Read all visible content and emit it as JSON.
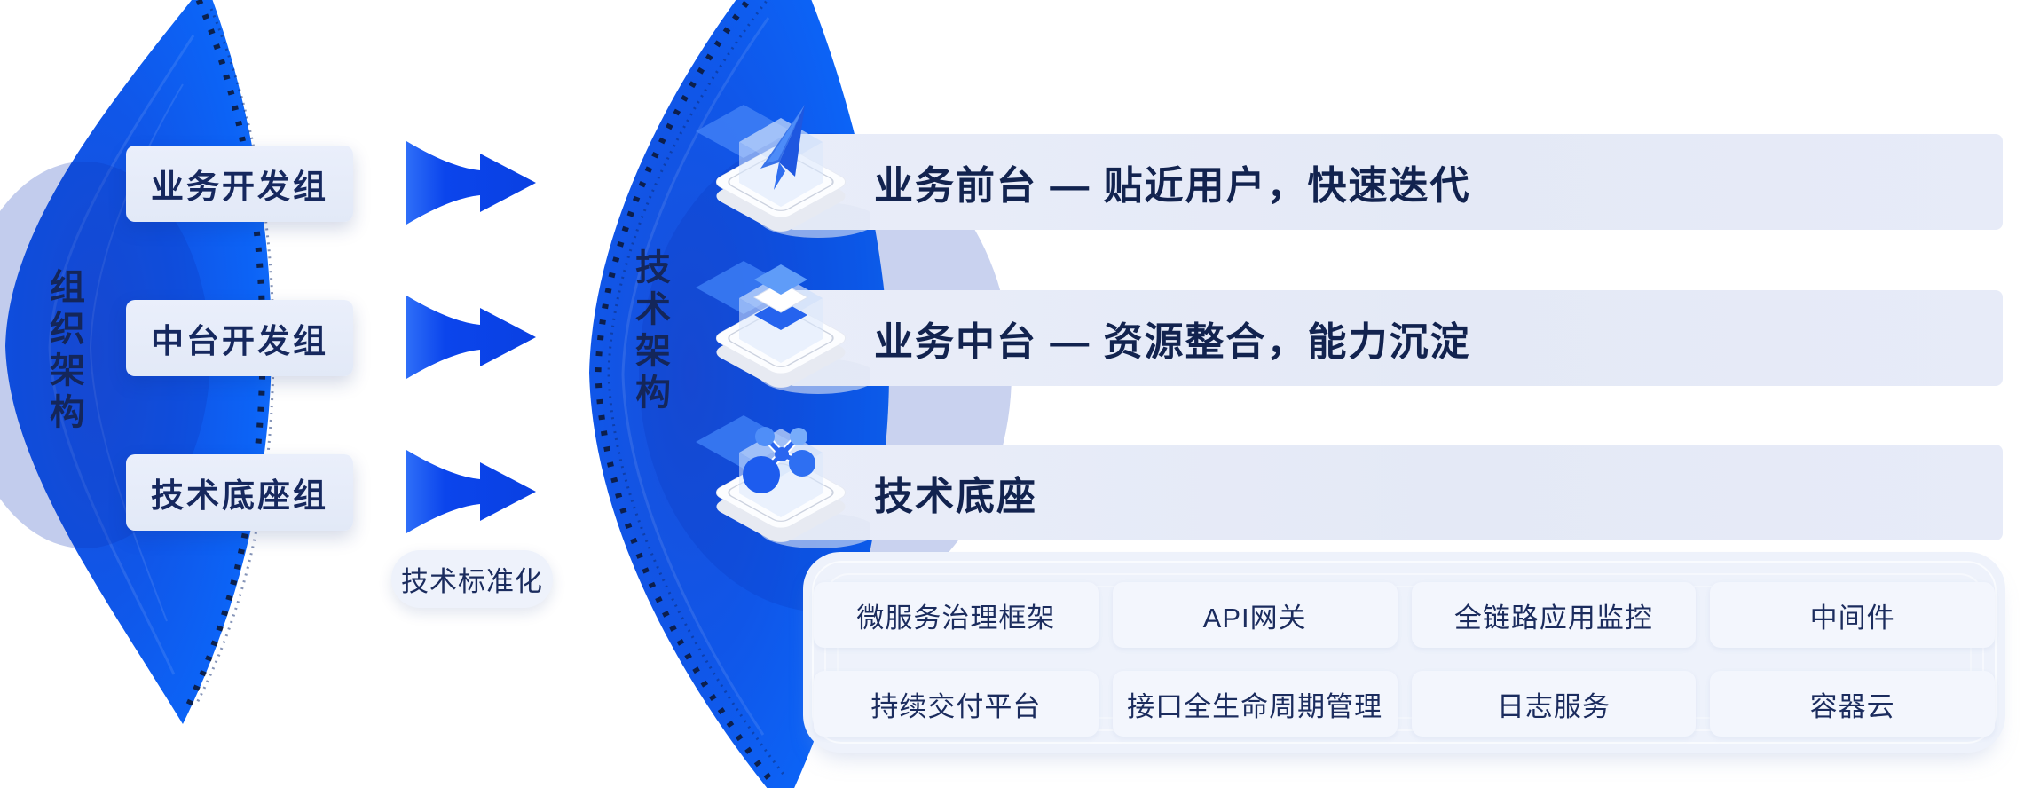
{
  "org": {
    "title": "组织架构",
    "groups": [
      {
        "label": "业务开发组"
      },
      {
        "label": "中台开发组"
      },
      {
        "label": "技术底座组"
      }
    ]
  },
  "bridge": {
    "label": "技术标准化"
  },
  "tech": {
    "title": "技术架构",
    "layers": [
      {
        "label": "业务前台 — 贴近用户，快速迭代",
        "icon": "paper-plane-icon"
      },
      {
        "label": "业务中台 — 资源整合，能力沉淀",
        "icon": "layers-icon"
      },
      {
        "label": "技术底座",
        "icon": "molecule-icon"
      }
    ],
    "base_components": [
      "微服务治理框架",
      "API网关",
      "全链路应用监控",
      "中间件",
      "持续交付平台",
      "接口全生命周期管理",
      "日志服务",
      "容器云"
    ]
  },
  "colors": {
    "fan_blue": "#1157e8",
    "fan_blue_edge": "#0f6cfa",
    "arrow_blue": "#0b45ec",
    "navy_text": "#14265a",
    "bar_bg": "#e7ebf8",
    "panel_bg": "#eef2fb",
    "chip_bg": "#f3f6fd"
  }
}
